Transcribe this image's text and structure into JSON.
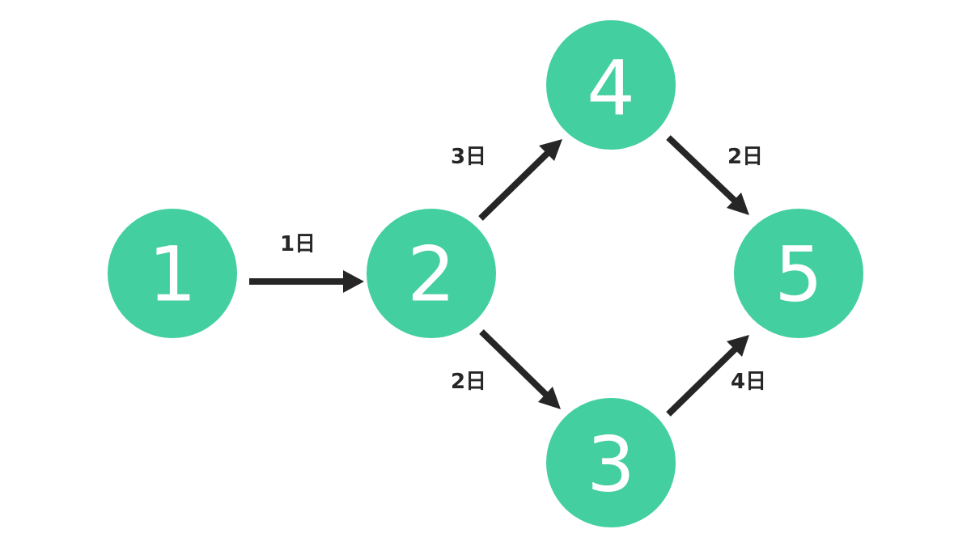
{
  "colors": {
    "node_fill": "#43cf9f",
    "node_text": "#ffffff",
    "edge": "#262626"
  },
  "nodes": [
    {
      "id": "1",
      "label": "1"
    },
    {
      "id": "2",
      "label": "2"
    },
    {
      "id": "4",
      "label": "4"
    },
    {
      "id": "3",
      "label": "3"
    },
    {
      "id": "5",
      "label": "5"
    }
  ],
  "edges": [
    {
      "from": "1",
      "to": "2",
      "label": "1日"
    },
    {
      "from": "2",
      "to": "4",
      "label": "3日"
    },
    {
      "from": "2",
      "to": "3",
      "label": "2日"
    },
    {
      "from": "4",
      "to": "5",
      "label": "2日"
    },
    {
      "from": "3",
      "to": "5",
      "label": "4日"
    }
  ]
}
